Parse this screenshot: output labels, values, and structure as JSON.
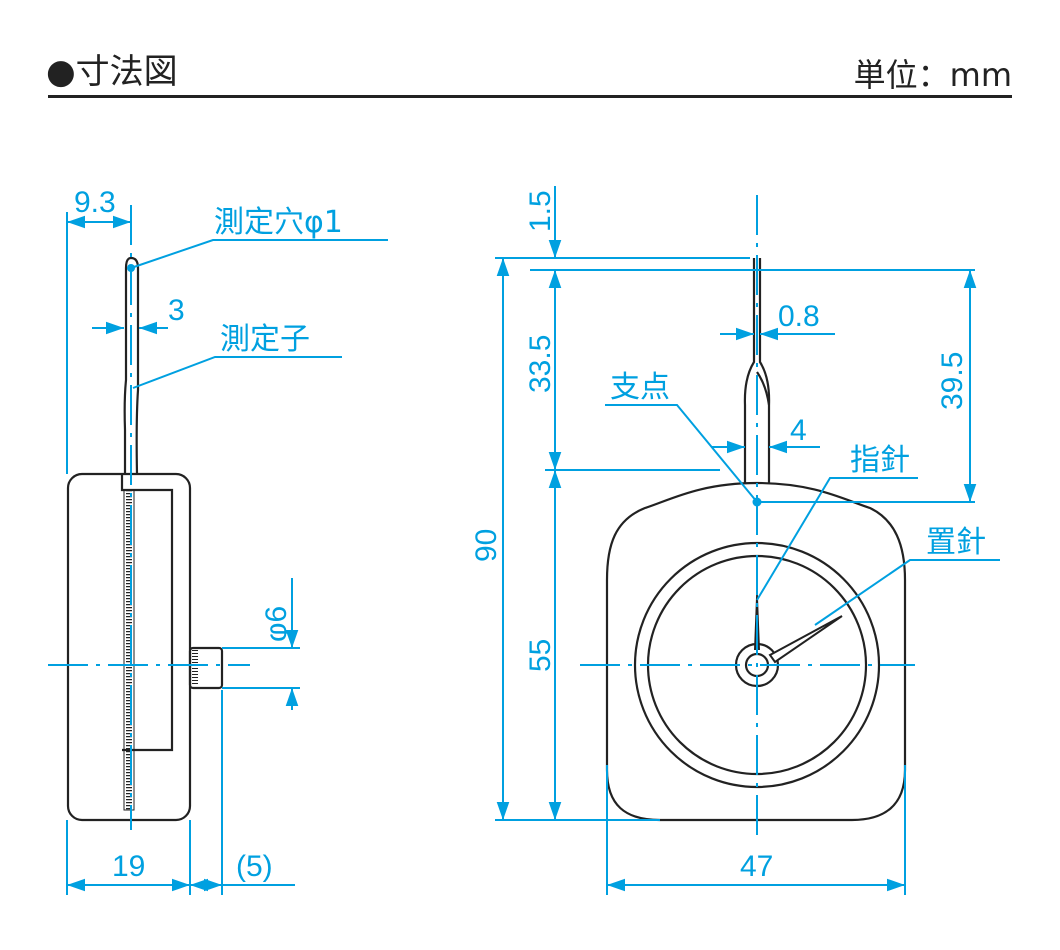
{
  "header": {
    "bullet": "●",
    "title": "寸法図",
    "unit": "単位：mm"
  },
  "side_view": {
    "dims": {
      "probe_offset": "9.3",
      "probe_width": "3",
      "knob_diameter": "φ6",
      "body_depth": "19",
      "knob_length": "(5)"
    },
    "labels": {
      "hole": "測定穴φ1",
      "probe": "測定子"
    }
  },
  "front_view": {
    "dims": {
      "tip": "1.5",
      "probe_length": "33.5",
      "total_height": "90",
      "lower_height": "55",
      "pivot_to_tip": "39.5",
      "tip_width": "0.8",
      "probe_base_width": "4",
      "width": "47"
    },
    "labels": {
      "pivot": "支点",
      "pointer": "指針",
      "set_needle": "置針"
    }
  },
  "colors": {
    "dimension": "#00a0e0",
    "outline": "#222222"
  }
}
